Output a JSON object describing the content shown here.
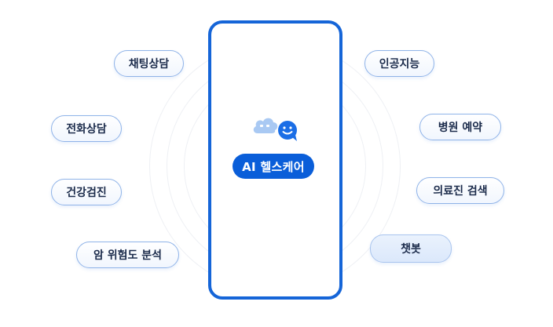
{
  "center_label": "AI 헬스케어",
  "left_chips": [
    "채팅상담",
    "전화상담",
    "건강검진",
    "암 위험도 분석"
  ],
  "right_chips": [
    "인공지능",
    "병원 예약",
    "의료진 검색",
    "챗봇"
  ],
  "icons": [
    "cloud-icon",
    "smiley-chat-icon"
  ],
  "colors": {
    "accent": "#1565d8",
    "badge": "#0a5ed9",
    "chip_border": "#8fb3e8"
  }
}
